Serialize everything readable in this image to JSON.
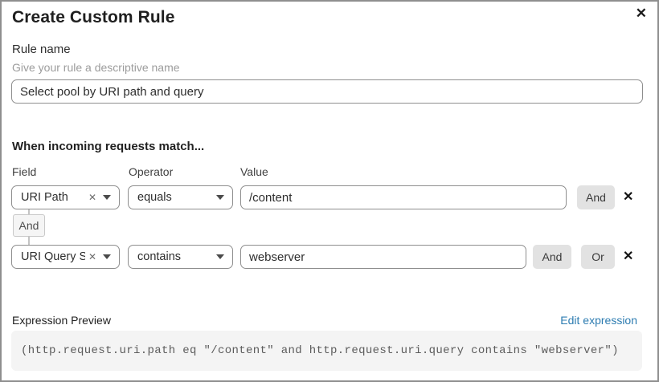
{
  "dialog": {
    "title": "Create Custom Rule",
    "close_icon": "✕"
  },
  "rule_name": {
    "label": "Rule name",
    "helper": "Give your rule a descriptive name",
    "value": "Select pool by URI path and query"
  },
  "match": {
    "heading": "When incoming requests match...",
    "columns": {
      "field": "Field",
      "operator": "Operator",
      "value": "Value"
    },
    "connector_label": "And",
    "rows": [
      {
        "field": "URI Path",
        "operator": "equals",
        "value": "/content",
        "clear_icon": "✕",
        "remove_icon": "✕",
        "buttons": [
          "And"
        ]
      },
      {
        "field": "URI Query St...",
        "operator": "contains",
        "value": "webserver",
        "clear_icon": "✕",
        "remove_icon": "✕",
        "buttons": [
          "And",
          "Or"
        ]
      }
    ]
  },
  "expression": {
    "label": "Expression Preview",
    "edit_link": "Edit expression",
    "code": "(http.request.uri.path eq \"/content\" and http.request.uri.query contains \"webserver\")"
  },
  "colors": {
    "link_blue": "#2d7cb1",
    "button_gray": "#e2e2e2",
    "code_bg": "#f4f4f4",
    "border_gray": "#8e8e8e"
  }
}
